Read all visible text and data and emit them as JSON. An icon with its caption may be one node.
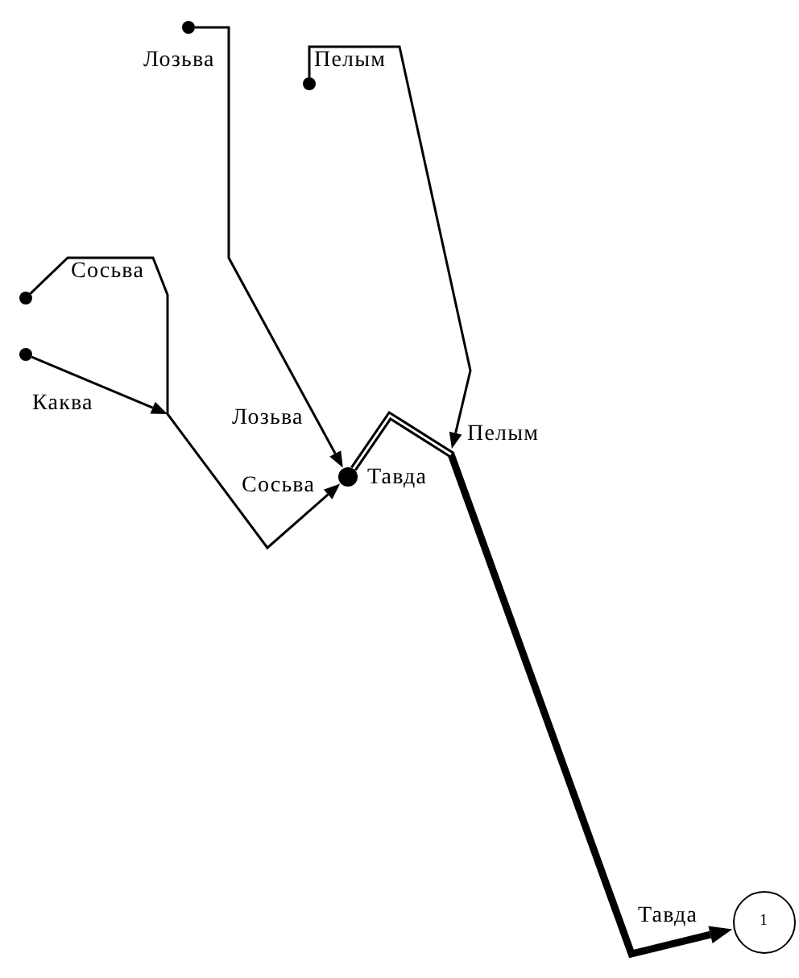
{
  "diagram": {
    "nodes": [
      {
        "text": [],
        "shape": "circle",
        "beside": [
          "Лозьва"
        ]
      },
      {
        "text": [],
        "shape": "circle",
        "beside": [
          "Пелым"
        ]
      },
      {
        "text": [],
        "shape": "circle",
        "beside": [
          "Сосьва"
        ]
      },
      {
        "text": [],
        "shape": "circle"
      },
      {
        "text": [],
        "shape": "circle",
        "beside": [
          "Тавда"
        ]
      },
      {
        "text": [
          "1"
        ]
      }
    ],
    "edges": [
      {
        "from": 0,
        "to": 4,
        "arrow": "to",
        "label": "Лозьва"
      },
      {
        "from": 1,
        "to": null,
        "arrow": "to",
        "label": "Пелым"
      },
      {
        "from": 2,
        "to": 4,
        "arrow": "to",
        "label": "Сосьва"
      },
      {
        "from": 3,
        "to": null,
        "arrow": "to",
        "label": "Каква"
      },
      {
        "from": 4,
        "to": 5,
        "arrow": "to",
        "label": "Тавда",
        "style": "thick"
      }
    ]
  }
}
